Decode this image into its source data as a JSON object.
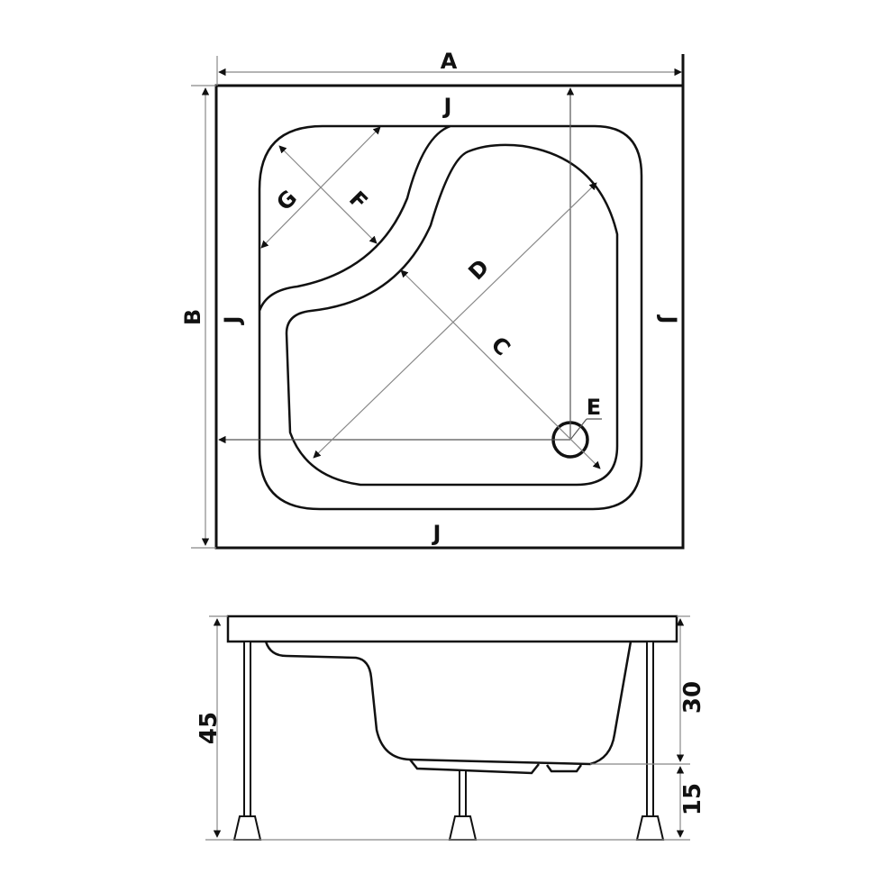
{
  "top_view": {
    "labels": {
      "A": "A",
      "B": "B",
      "C": "C",
      "D": "D",
      "E": "E",
      "F": "F",
      "G": "G",
      "J_top": "J",
      "J_bottom": "J",
      "J_left": "J",
      "J_right": "J"
    }
  },
  "side_view": {
    "dimensions": {
      "total_height": "45",
      "tray_height": "30",
      "leg_height": "15"
    }
  },
  "colors": {
    "line": "#111111",
    "dimension_line": "#888888",
    "background": "#ffffff"
  }
}
